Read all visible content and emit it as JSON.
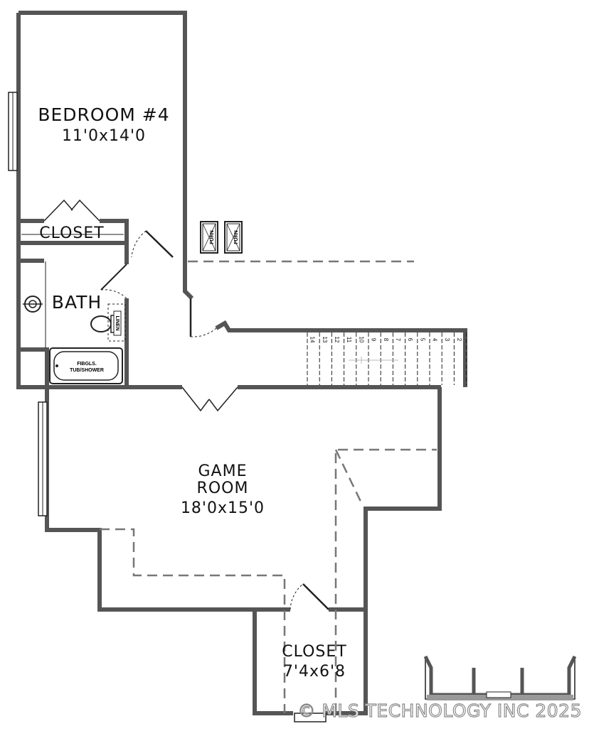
{
  "rooms": {
    "bedroom4": {
      "name": "BEDROOM #4",
      "size": "11'0x14'0"
    },
    "closet_upper": {
      "name": "CLOSET"
    },
    "bath": {
      "name": "BATH"
    },
    "game_room": {
      "name_line1": "GAME",
      "name_line2": "ROOM",
      "size": "18'0x15'0"
    },
    "closet_lower": {
      "name": "CLOSET",
      "size": "7'4x6'8"
    }
  },
  "fixtures": {
    "tub_line1": "FIBGLS.",
    "tub_line2": "TUB/SHOWER",
    "linen": "LINEN",
    "furn1": "FURN",
    "furn2": "FURN"
  },
  "stairs": {
    "step_numbers": [
      "14",
      "13",
      "12",
      "11",
      "10",
      "9",
      "8",
      "7",
      "6",
      "5",
      "4",
      "3",
      "2"
    ]
  },
  "watermark": "© MLS TECHNOLOGY INC 2025"
}
